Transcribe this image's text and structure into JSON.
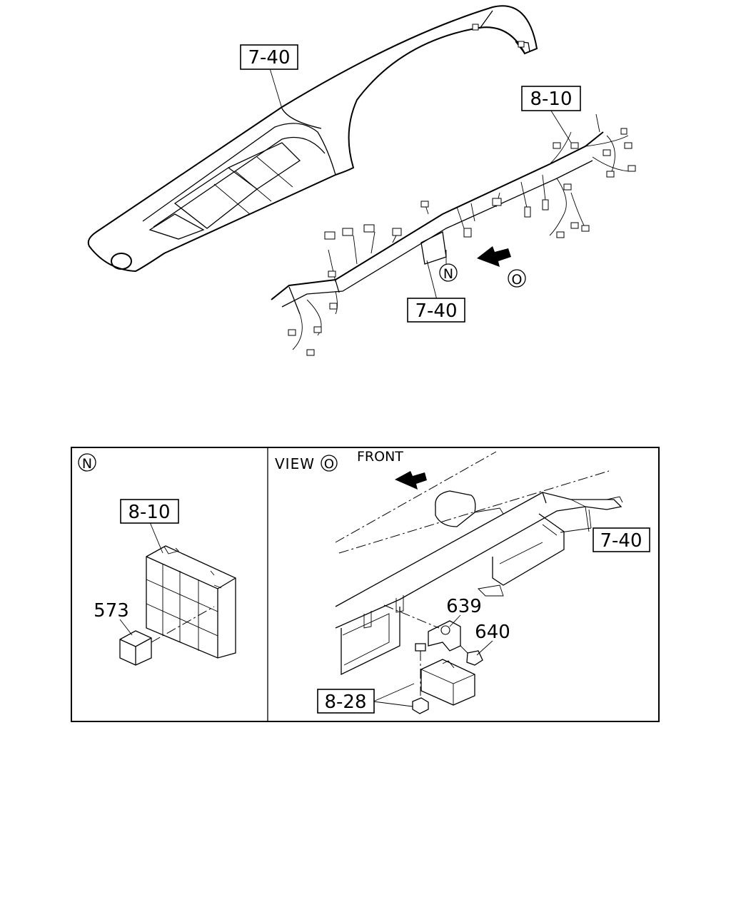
{
  "callouts": {
    "top_dash_ref": "7-40",
    "top_harness_ref": "8-10",
    "top_lower_ref": "7-40",
    "marker_n": "N",
    "marker_o": "O",
    "detail_n_ref": "8-10",
    "detail_n_part": "573",
    "view_o_ref": "7-40",
    "view_o_part_639": "639",
    "view_o_part_640": "640",
    "view_o_ref_828": "8-28"
  },
  "panels": {
    "left_marker": "N",
    "right_view_label": "VIEW",
    "right_view_marker": "O",
    "front_label": "FRONT"
  }
}
